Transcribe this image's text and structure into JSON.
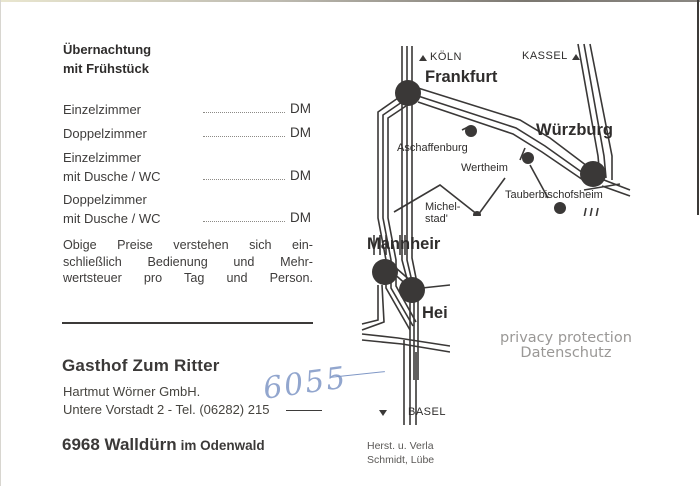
{
  "card": {
    "heading": [
      "Übernachtung",
      "mit Frühstück"
    ],
    "rates": [
      {
        "label": [
          "Einzelzimmer"
        ],
        "currency": "DM"
      },
      {
        "label": [
          "Doppelzimmer"
        ],
        "currency": "DM"
      },
      {
        "label": [
          "Einzelzimmer",
          "mit Dusche / WC"
        ],
        "currency": "DM"
      },
      {
        "label": [
          "Doppelzimmer",
          "mit Dusche / WC"
        ],
        "currency": "DM"
      }
    ],
    "notice": [
      "Obige Preise verstehen sich ein-",
      "schließlich Bedienung und Mehr-",
      "wertsteuer pro Tag und Person."
    ],
    "hotel_name": "Gasthof Zum Ritter",
    "owner": "Hartmut Wörner GmbH.",
    "address": "Untere Vorstadt 2 - Tel. (06282) 215",
    "city": "6968 Walldürn",
    "region": "im Odenwald",
    "handwritten_note": "6055",
    "handwriting_color": "#7f97c6",
    "publisher": [
      "Herst. u. Verla",
      "Schmidt, Lübe"
    ]
  },
  "map": {
    "direction_labels": {
      "north_west": "KÖLN",
      "north_east": "KASSEL",
      "south": "BASEL"
    },
    "cities_major": [
      "Frankfurt",
      "Würzburg",
      "Mannheir",
      "Hei"
    ],
    "cities_minor": [
      "Aschaffenburg",
      "Wertheim",
      "Tauberbischofsheim",
      "Michel-",
      "stad'"
    ],
    "ink_color": "#3a3837"
  },
  "watermark": [
    "privacy protection",
    "Datenschutz"
  ]
}
